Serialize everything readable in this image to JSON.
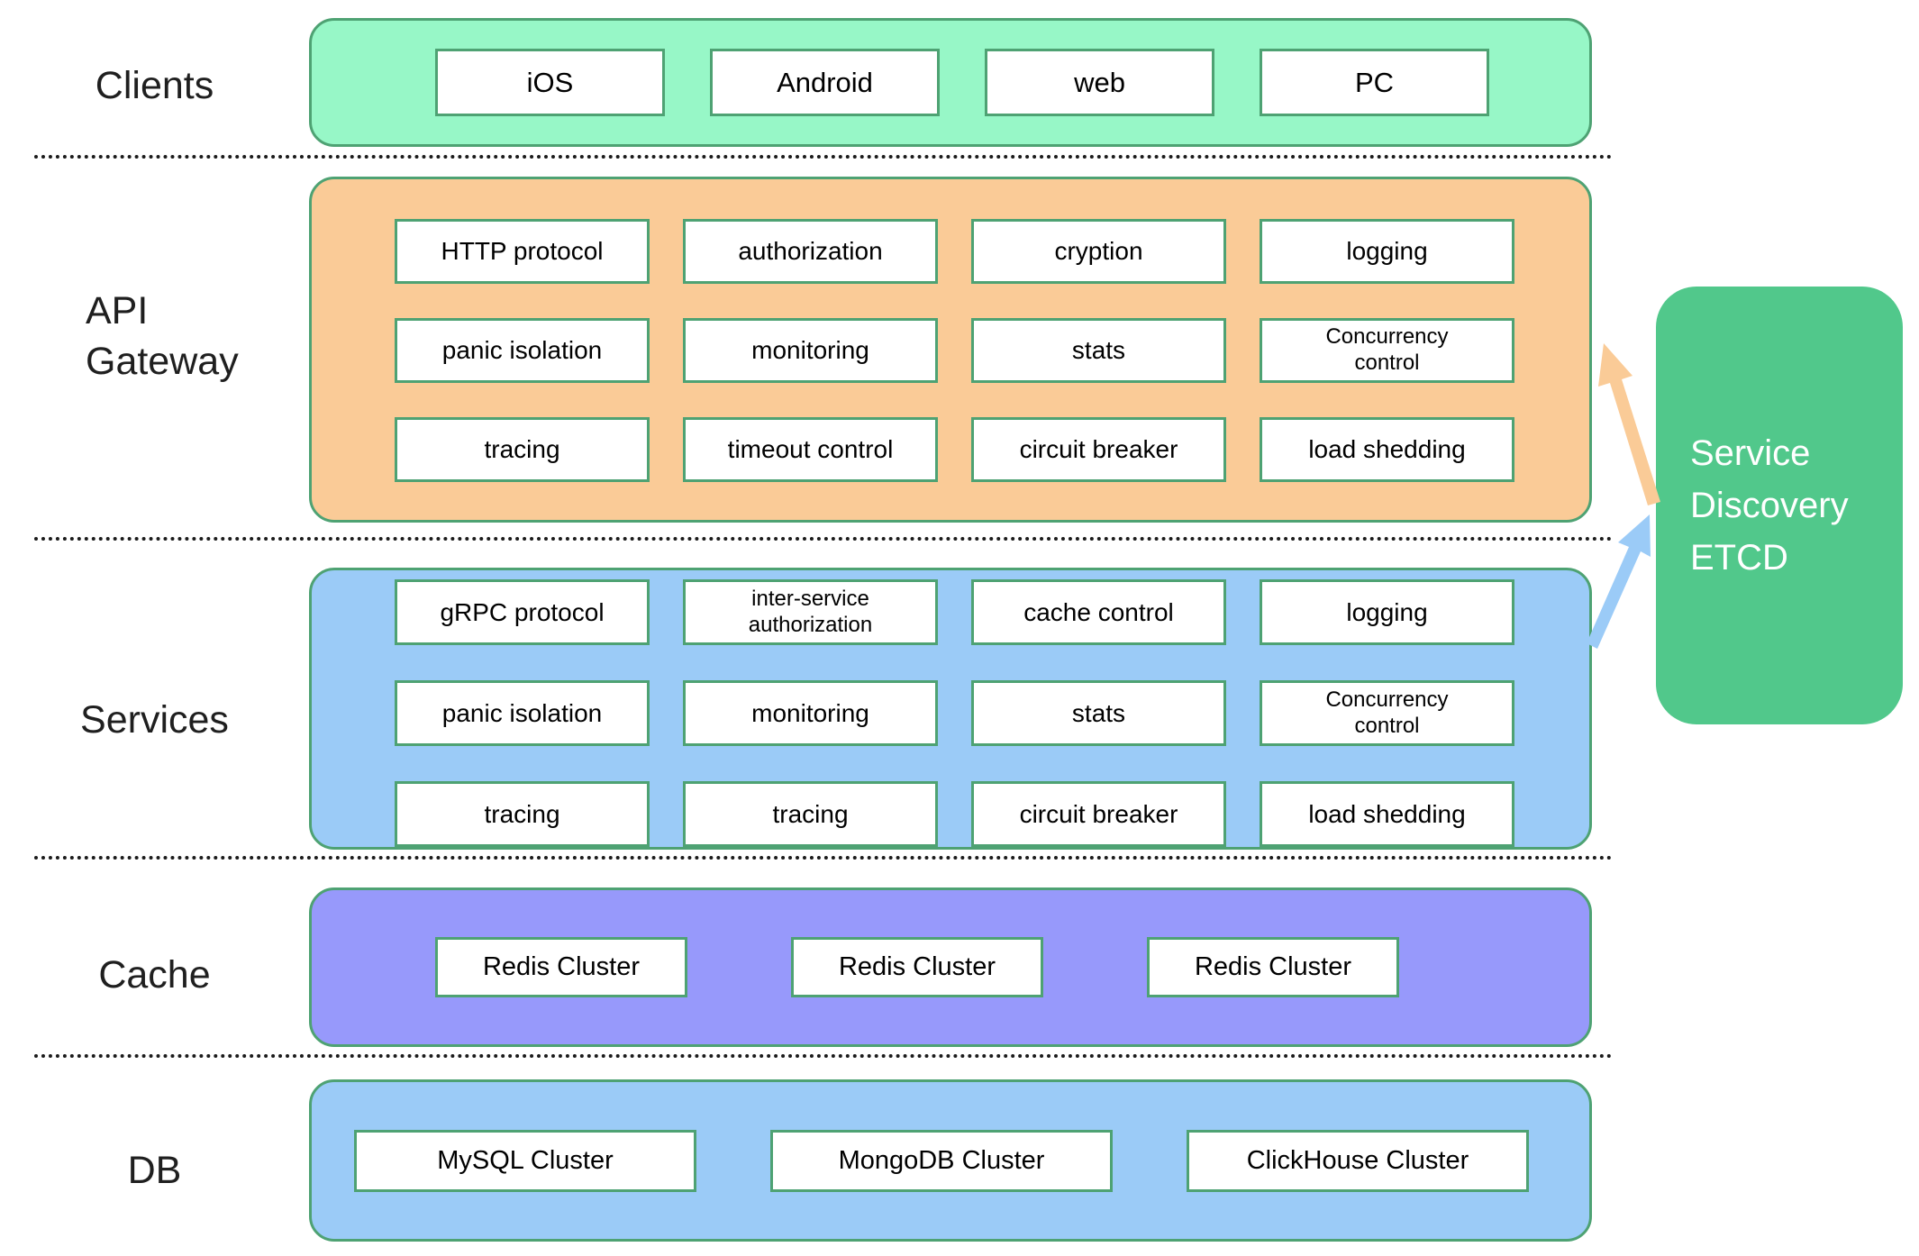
{
  "colors": {
    "border_green": "#4EA273",
    "clients_panel": "#97F7C7",
    "gateway_panel": "#FACB97",
    "services_panel": "#9BCBF7",
    "cache_panel": "#9799FB",
    "db_panel": "#9BCBF7",
    "discovery_panel": "#51C88B",
    "discovery_text": "#FFFFFF",
    "arrow_orange": "#FACB97",
    "arrow_blue": "#9BCBF7",
    "box_fill": "#FFFFFF"
  },
  "labels": {
    "clients": "Clients",
    "api_gateway": "API\nGateway",
    "services": "Services",
    "cache": "Cache",
    "db": "DB"
  },
  "clients": {
    "items": [
      "iOS",
      "Android",
      "web",
      "PC"
    ]
  },
  "api_gateway": {
    "items": [
      "HTTP protocol",
      "authorization",
      "cryption",
      "logging",
      "panic isolation",
      "monitoring",
      "stats",
      "Concurrency\ncontrol",
      "tracing",
      "timeout control",
      "circuit breaker",
      "load shedding"
    ]
  },
  "services": {
    "items": [
      "gRPC protocol",
      "inter-service\nauthorization",
      "cache control",
      "logging",
      "panic isolation",
      "monitoring",
      "stats",
      "Concurrency\ncontrol",
      "tracing",
      "tracing",
      "circuit breaker",
      "load shedding"
    ]
  },
  "cache": {
    "items": [
      "Redis Cluster",
      "Redis Cluster",
      "Redis Cluster"
    ]
  },
  "db": {
    "items": [
      "MySQL Cluster",
      "MongoDB Cluster",
      "ClickHouse Cluster"
    ]
  },
  "service_discovery": {
    "text": "Service\nDiscovery\nETCD"
  }
}
